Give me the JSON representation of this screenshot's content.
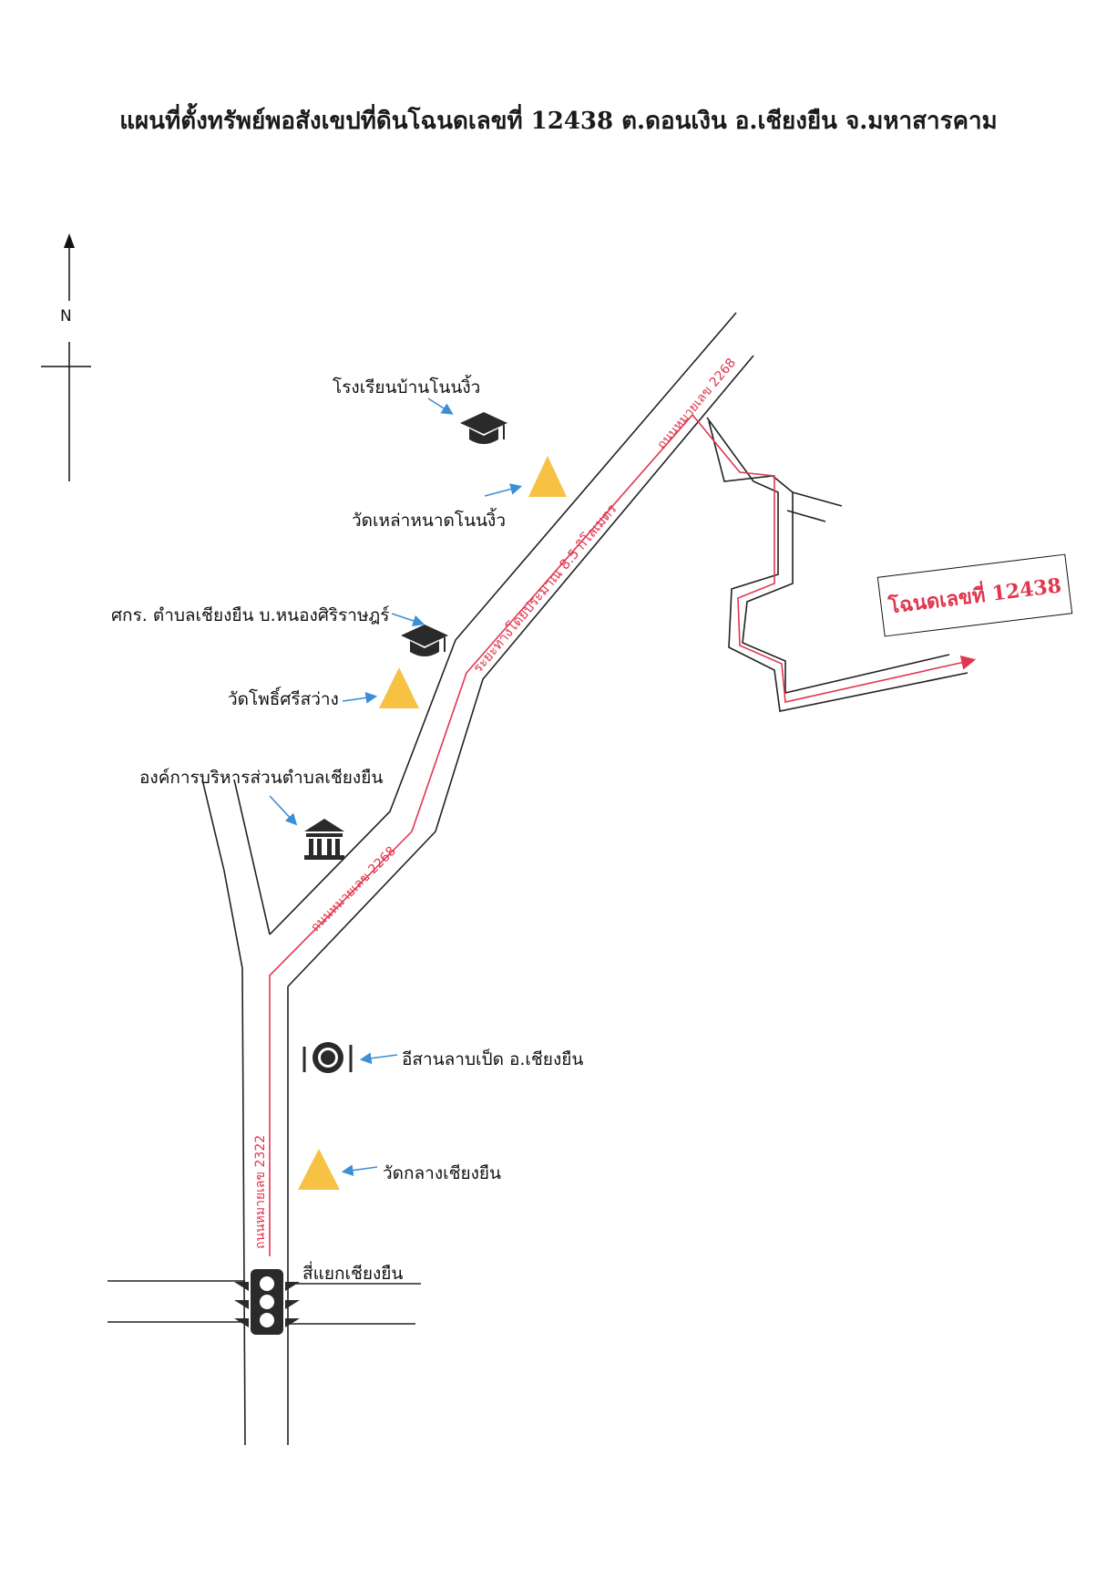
{
  "title": "แผนที่ตั้งทรัพย์พอสังเขปที่ดินโฉนดเลขที่ 12438 ต.ดอนเงิน อ.เชียงยืน จ.มหาสารคาม",
  "compass": {
    "label": "N"
  },
  "plot": {
    "label": "โฉนดเลขที่ 12438"
  },
  "roads": {
    "road_2268_upper": "ถนนหมายเลข 2268",
    "road_2268_lower": "ถนนหมายเลข 2268",
    "road_2322": "ถนนหมายเลข 2322",
    "distance": "ระยะทางโดยประมาณ 8.5 กิโลเมตร"
  },
  "landmarks": {
    "school_1": "โรงเรียนบ้านโนนงิ้ว",
    "temple_1": "วัดเหล่าหนาดโนนงิ้ว",
    "learning_center": "ศกร. ตำบลเชียงยืน บ.หนองศิริราษฎร์",
    "temple_2": "วัดโพธิ์ศรีสว่าง",
    "admin_org": "องค์การบริหารส่วนตำบลเชียงยืน",
    "restaurant": "อีสานลาบเป็ด อ.เชียงยืน",
    "temple_3": "วัดกลางเชียงยืน",
    "intersection": "สี่แยกเชียงยืน"
  },
  "colors": {
    "route": "#e0364e",
    "temple": "#f7c244",
    "arrow": "#3b8fd6",
    "road_edge": "#222222"
  },
  "icons": [
    "graduation-cap-icon",
    "temple-triangle-icon",
    "government-building-icon",
    "plate-cutlery-icon",
    "traffic-light-icon",
    "north-arrow-icon"
  ]
}
